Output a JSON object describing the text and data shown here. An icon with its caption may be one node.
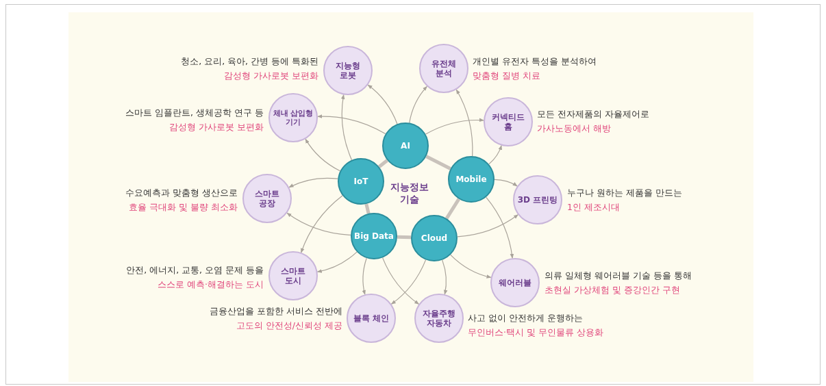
{
  "diagram": {
    "nodes": [
      {
        "text": [
          "지능정보 기술"
        ]
      },
      {
        "text": [
          "AI"
        ]
      },
      {
        "text": [
          "IoT"
        ]
      },
      {
        "text": [
          "Mobile"
        ]
      },
      {
        "text": [
          "Big Data"
        ]
      },
      {
        "text": [
          "Cloud"
        ]
      },
      {
        "text": [
          "지능형 로봇"
        ],
        "beside": [
          "청소, 요리, 육아, 간병 등에 특화된",
          "감성형 가사로봇 보편화"
        ]
      },
      {
        "text": [
          "유전체 분석"
        ],
        "beside": [
          "개인별 유전자 특성을 분석하여",
          "맞춤형 질병 치료"
        ]
      },
      {
        "text": [
          "체내 삽입형 기기"
        ],
        "beside": [
          "스마트 임플란트, 생체공학 연구 등",
          "감성형 가사로봇 보편화"
        ]
      },
      {
        "text": [
          "커넥티드 홈"
        ],
        "beside": [
          "모든 전자제품의 자율제어로",
          "가사노동에서 해방"
        ]
      },
      {
        "text": [
          "스마트 공장"
        ],
        "beside": [
          "수요예측과 맞춤형 생산으로",
          "효율 극대화 및 불량 최소화"
        ]
      },
      {
        "text": [
          "3D 프린팅"
        ],
        "beside": [
          "누구나 원하는 제품을 만드는",
          "1인 제조시대"
        ]
      },
      {
        "text": [
          "스마트 도시"
        ],
        "beside": [
          "안전, 에너지, 교통, 오염 문제 등을",
          "스스로 예측·해결하는 도시"
        ]
      },
      {
        "text": [
          "웨어러블"
        ],
        "beside": [
          "의류 일체형 웨어러블 기술 등을 통해",
          "초현실 가상체험 및 증강인간 구현"
        ]
      },
      {
        "text": [
          "블록 체인"
        ],
        "beside": [
          "금융산업을 포함한 서비스 전반에",
          "고도의 안전성/신뢰성 제공"
        ]
      },
      {
        "text": [
          "자율주행 자동차"
        ],
        "beside": [
          "사고 없이 안전하게 운행하는",
          "무인버스·택시 및 무인물류 상용화"
        ]
      }
    ],
    "edges": [
      {
        "from": 1,
        "to": 3,
        "arrow": "none",
        "style": "thick",
        "color": "#c9c2bb"
      },
      {
        "from": 3,
        "to": 5,
        "arrow": "none",
        "style": "thick",
        "color": "#c9c2bb"
      },
      {
        "from": 5,
        "to": 4,
        "arrow": "none",
        "style": "thick",
        "color": "#c9c2bb"
      },
      {
        "from": 4,
        "to": 2,
        "arrow": "none",
        "style": "thick",
        "color": "#c9c2bb"
      },
      {
        "from": 2,
        "to": 1,
        "arrow": "none",
        "style": "thick",
        "color": "#c9c2bb"
      },
      {
        "from": 1,
        "to": 6,
        "arrow": "to"
      },
      {
        "from": 2,
        "to": 6,
        "arrow": "to"
      },
      {
        "from": 1,
        "to": 7,
        "arrow": "to"
      },
      {
        "from": 3,
        "to": 7,
        "arrow": "to"
      },
      {
        "from": 2,
        "to": 8,
        "arrow": "to"
      },
      {
        "from": 1,
        "to": 8,
        "arrow": "to"
      },
      {
        "from": 3,
        "to": 9,
        "arrow": "to"
      },
      {
        "from": 1,
        "to": 9,
        "arrow": "to"
      },
      {
        "from": 2,
        "to": 10,
        "arrow": "to"
      },
      {
        "from": 4,
        "to": 10,
        "arrow": "to"
      },
      {
        "from": 3,
        "to": 11,
        "arrow": "to"
      },
      {
        "from": 5,
        "to": 11,
        "arrow": "to"
      },
      {
        "from": 4,
        "to": 12,
        "arrow": "to"
      },
      {
        "from": 2,
        "to": 12,
        "arrow": "to"
      },
      {
        "from": 5,
        "to": 13,
        "arrow": "to"
      },
      {
        "from": 3,
        "to": 13,
        "arrow": "to"
      },
      {
        "from": 4,
        "to": 14,
        "arrow": "to"
      },
      {
        "from": 5,
        "to": 14,
        "arrow": "to"
      },
      {
        "from": 5,
        "to": 15,
        "arrow": "to"
      },
      {
        "from": 4,
        "to": 15,
        "arrow": "to"
      }
    ]
  }
}
